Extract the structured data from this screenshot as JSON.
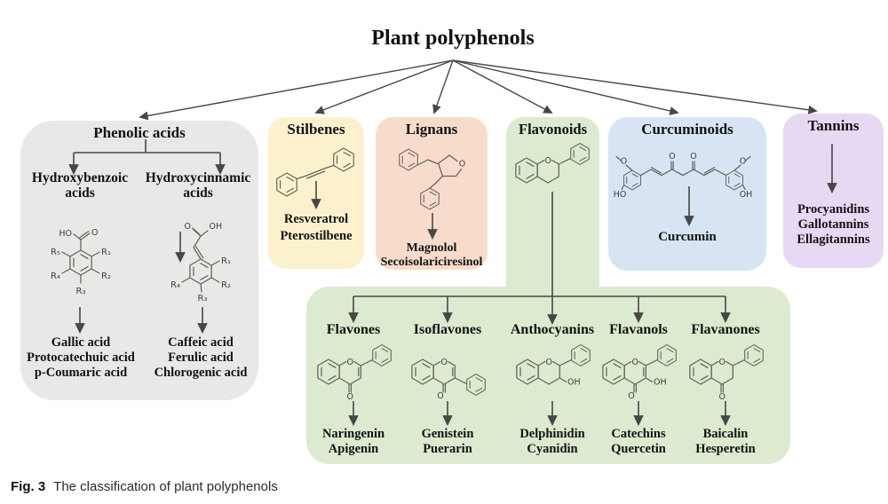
{
  "title": "Plant polyphenols",
  "caption": {
    "label": "Fig. 3",
    "text": "The classification of plant polyphenols"
  },
  "categories": {
    "phenolic_acids": {
      "title": "Phenolic acids",
      "subgroups": [
        {
          "title": "Hydroxybenzoic acids",
          "examples": [
            "Gallic acid",
            "Protocatechuic acid",
            "p-Coumaric acid"
          ]
        },
        {
          "title": "Hydroxycinnamic acids",
          "examples": [
            "Caffeic acid",
            "Ferulic acid",
            "Chlorogenic acid"
          ]
        }
      ]
    },
    "stilbenes": {
      "title": "Stilbenes",
      "examples": [
        "Resveratrol",
        "Pterostilbene"
      ]
    },
    "lignans": {
      "title": "Lignans",
      "examples": [
        "Magnolol",
        "Secoisolariciresinol"
      ]
    },
    "flavonoids": {
      "title": "Flavonoids",
      "subgroups": [
        {
          "title": "Flavones",
          "examples": [
            "Naringenin",
            "Apigenin"
          ]
        },
        {
          "title": "Isoflavones",
          "examples": [
            "Genistein",
            "Puerarin"
          ]
        },
        {
          "title": "Anthocyanins",
          "examples": [
            "Delphinidin",
            "Cyanidin"
          ]
        },
        {
          "title": "Flavanols",
          "examples": [
            "Catechins",
            "Quercetin"
          ]
        },
        {
          "title": "Flavanones",
          "examples": [
            "Baicalin",
            "Hesperetin"
          ]
        }
      ]
    },
    "curcuminoids": {
      "title": "Curcuminoids",
      "examples": [
        "Curcumin"
      ]
    },
    "tannins": {
      "title": "Tannins",
      "examples": [
        "Procyanidins",
        "Gallotannins",
        "Ellagitannins"
      ]
    }
  },
  "colors": {
    "phenolic_acids_bg": "#e8e8e7",
    "stilbenes_bg": "#fbf2cd",
    "lignans_bg": "#f8dccb",
    "flavonoids_bg": "#dcead0",
    "curcuminoids_bg": "#d8e4f4",
    "tannins_bg": "#e7d9f3",
    "arrow": "#474747",
    "structure_stroke": "#63635a"
  },
  "structures": {
    "hydroxybenzoic": {
      "labels": {
        "ho": "HO",
        "o": "O",
        "r1": "R₁",
        "r2": "R₂",
        "r3": "R₃",
        "r4": "R₄",
        "r5": "R₅"
      }
    },
    "hydroxycinnamic": {
      "labels": {
        "o": "O",
        "oh": "OH",
        "r1": "R₁",
        "r2": "R₂",
        "r3": "R₃",
        "r4": "R₄"
      }
    },
    "lignan": {
      "labels": {
        "o": "O"
      }
    },
    "flavonoid": {
      "labels": {
        "o": "O"
      }
    },
    "curcumin": {
      "labels": {
        "o_methoxy_left": "O",
        "ho_left": "HO",
        "o_carbonyl_1": "O",
        "o_carbonyl_2": "O",
        "o_methoxy_right": "O",
        "oh_right": "OH"
      }
    },
    "flavone": {
      "labels": {
        "o_top": "O",
        "o_carbonyl": "O"
      }
    },
    "isoflavone": {
      "labels": {
        "o_top": "O",
        "o_carbonyl": "O"
      }
    },
    "anthocyanin": {
      "labels": {
        "o_top": "O",
        "oh": "OH"
      }
    },
    "flavanol": {
      "labels": {
        "o_top": "O",
        "oh": "OH",
        "o_carbonyl": "O"
      }
    },
    "flavanone": {
      "labels": {
        "o_top": "O",
        "o_carbonyl": "O"
      }
    }
  }
}
